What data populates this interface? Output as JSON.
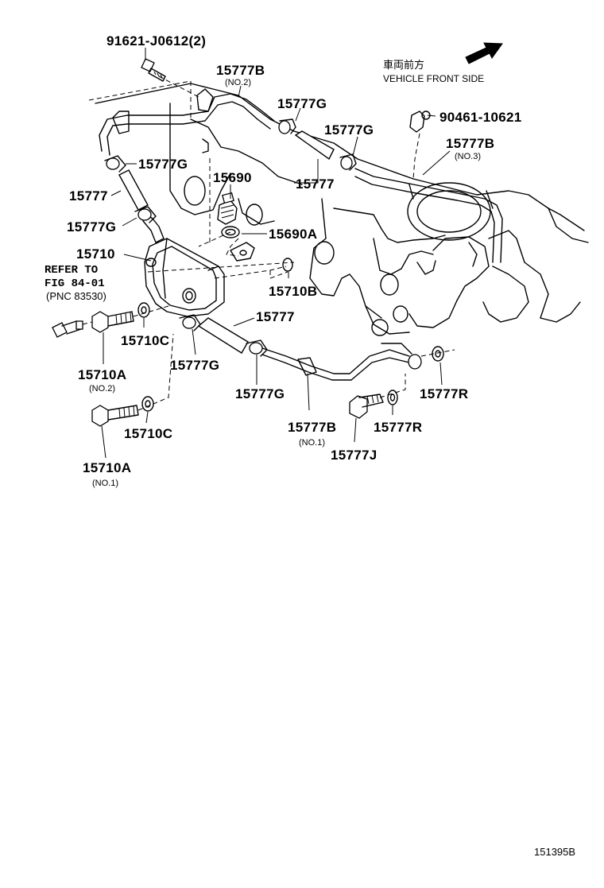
{
  "header": {
    "direction_jp": "車両前方",
    "direction_en": "VEHICLE FRONT SIDE",
    "arrow_icon": "front-direction-arrow-icon"
  },
  "labels": {
    "bolt_91621": "91621-J0612(2)",
    "hose_15777B_no2": "15777B",
    "hose_15777B_no2_sub": "(NO.2)",
    "clamp_15777G_top": "15777G",
    "clamp_15777G_top2": "15777G",
    "bolt_90461": "90461-10621",
    "hose_15777B_no3": "15777B",
    "hose_15777B_no3_sub": "(NO.3)",
    "clamp_15777G_left": "15777G",
    "hose_15777_top": "15777",
    "valve_15690": "15690",
    "hose_15777_left": "15777",
    "clamp_15777G_left2": "15777G",
    "gasket_15690A": "15690A",
    "cooler_15710": "15710",
    "refer_line1": "REFER TO",
    "refer_line2": "FIG 84-01",
    "refer_line3": "(PNC 83530)",
    "oring_15710B": "15710B",
    "hose_15777_mid": "15777",
    "washer_15710C_upper": "15710C",
    "clamp_15777G_lower": "15777G",
    "bolt_15710A_no2": "15710A",
    "bolt_15710A_no2_sub": "(NO.2)",
    "clamp_15777G_bottom": "15777G",
    "gasket_15777R_right": "15777R",
    "pipe_15777B_no1": "15777B",
    "pipe_15777B_no1_sub": "(NO.1)",
    "gasket_15777R_lower": "15777R",
    "washer_15710C_lower": "15710C",
    "union_15777J": "15777J",
    "bolt_15710A_no1": "15710A",
    "bolt_15710A_no1_sub": "(NO.1)"
  },
  "footer": {
    "illustration_code": "151395B"
  }
}
